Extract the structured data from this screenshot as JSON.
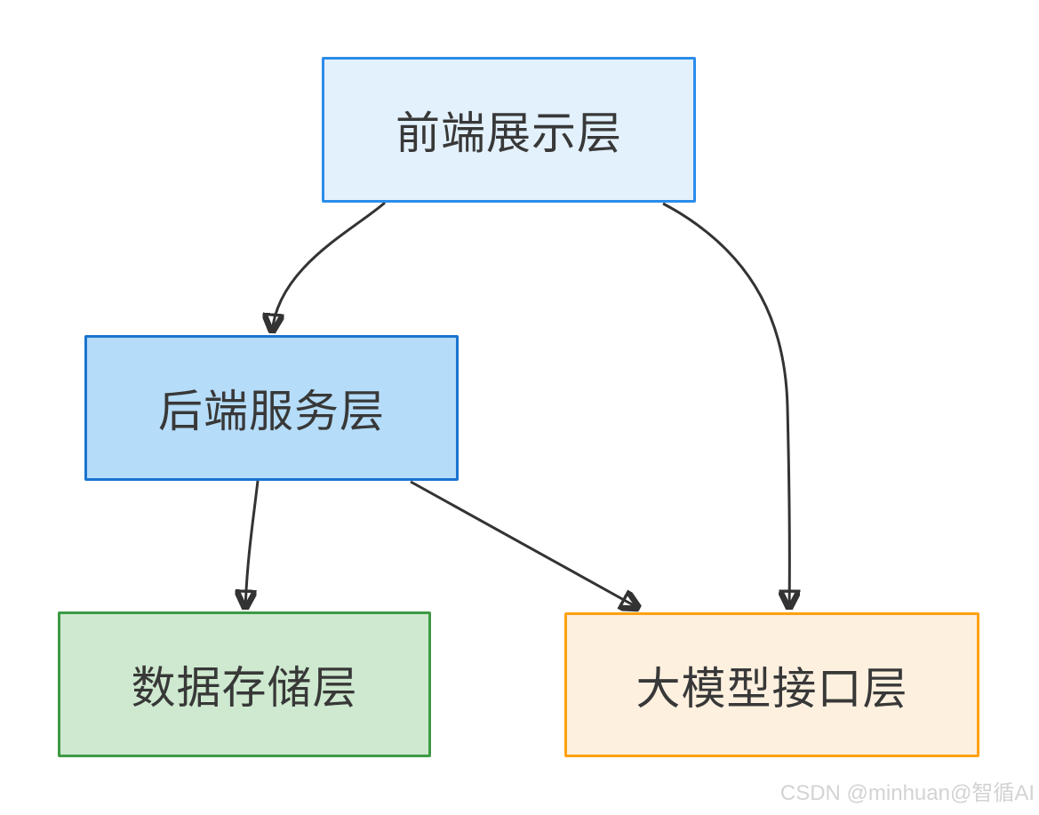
{
  "diagram": {
    "type": "flowchart",
    "arrow_color": "#333333",
    "text_color": "#383838",
    "nodes": [
      {
        "id": "frontend",
        "label": "前端展示层",
        "fill": "#e3f1fd",
        "border": "#2b8ceb"
      },
      {
        "id": "backend",
        "label": "后端服务层",
        "fill": "#b5dcf8",
        "border": "#1a73cf"
      },
      {
        "id": "storage",
        "label": "数据存储层",
        "fill": "#cee9cf",
        "border": "#3d9a45"
      },
      {
        "id": "llm_api",
        "label": "大模型接口层",
        "fill": "#fdf0df",
        "border": "#ffa00f"
      }
    ],
    "edges": [
      {
        "from": "前端展示层",
        "to": "后端服务层"
      },
      {
        "from": "前端展示层",
        "to": "大模型接口层"
      },
      {
        "from": "后端服务层",
        "to": "数据存储层"
      },
      {
        "from": "后端服务层",
        "to": "大模型接口层"
      }
    ]
  },
  "watermark": {
    "text": "CSDN @minhuan@智循AI",
    "color": "#d3d3d3"
  }
}
